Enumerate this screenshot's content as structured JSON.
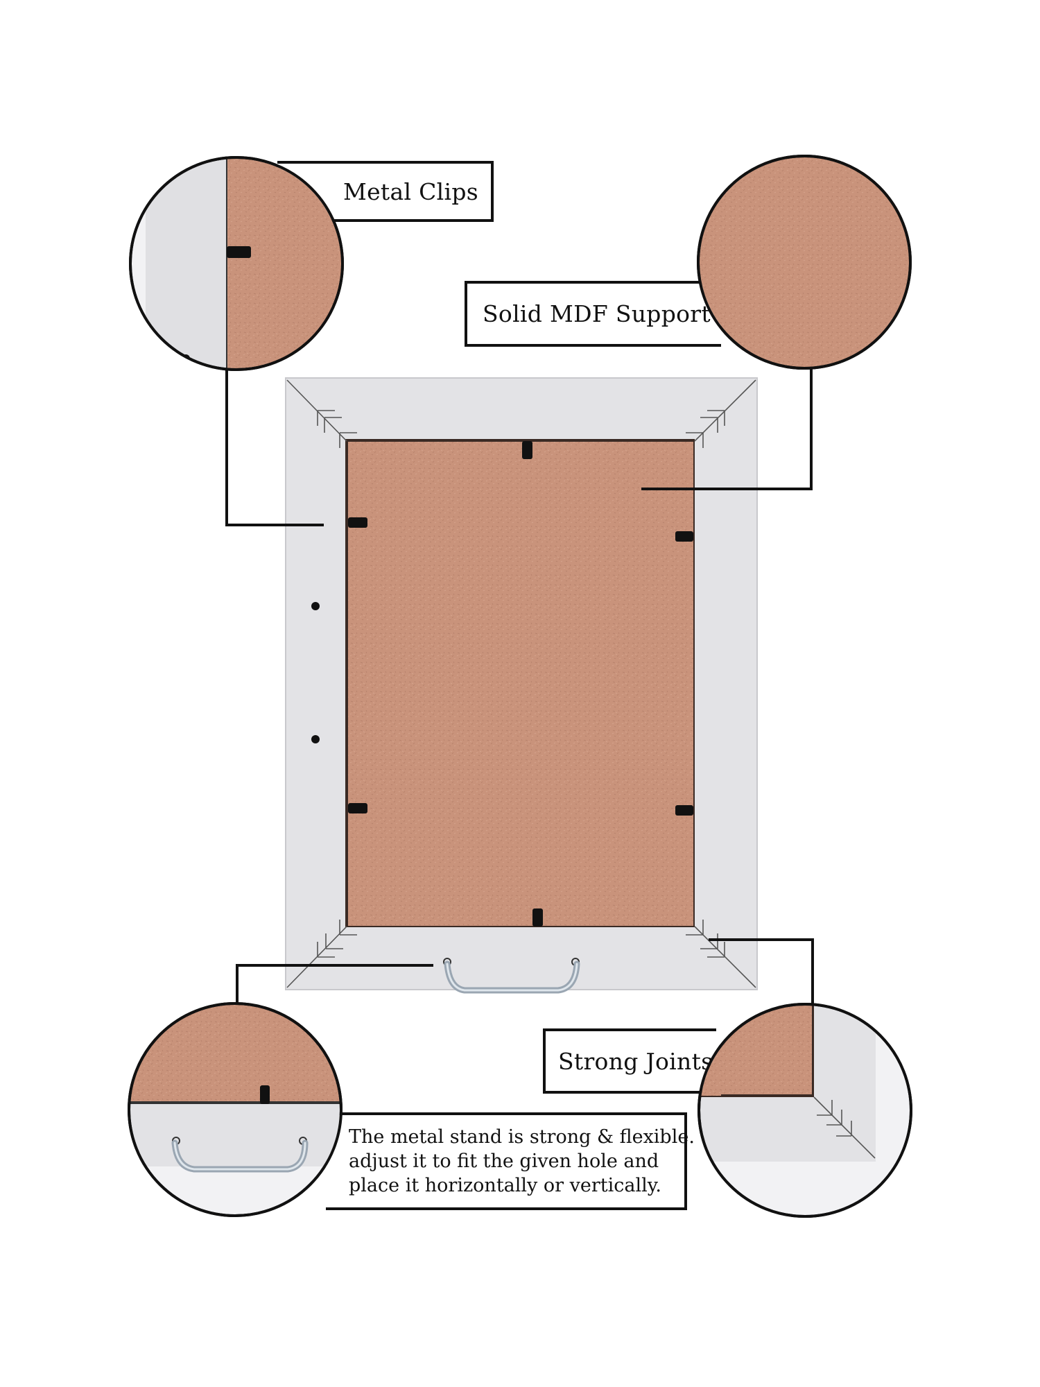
{
  "labels": {
    "metal_clips": "Metal Clips",
    "mdf_support": "Solid MDF Support",
    "strong_joints": "Strong Joints"
  },
  "description": {
    "lines": [
      "The metal stand is strong & flexible.",
      "adjust it to fit the given hole and",
      "place it horizontally or vertically."
    ]
  },
  "colors": {
    "background": "#ffffff",
    "frame": "#e3e3e6",
    "frame_edge": "#c8c8cc",
    "mdf": "#c9937b",
    "mdf_dark": "#a8745e",
    "outline": "#111111",
    "stand": "#c6cfd8"
  }
}
